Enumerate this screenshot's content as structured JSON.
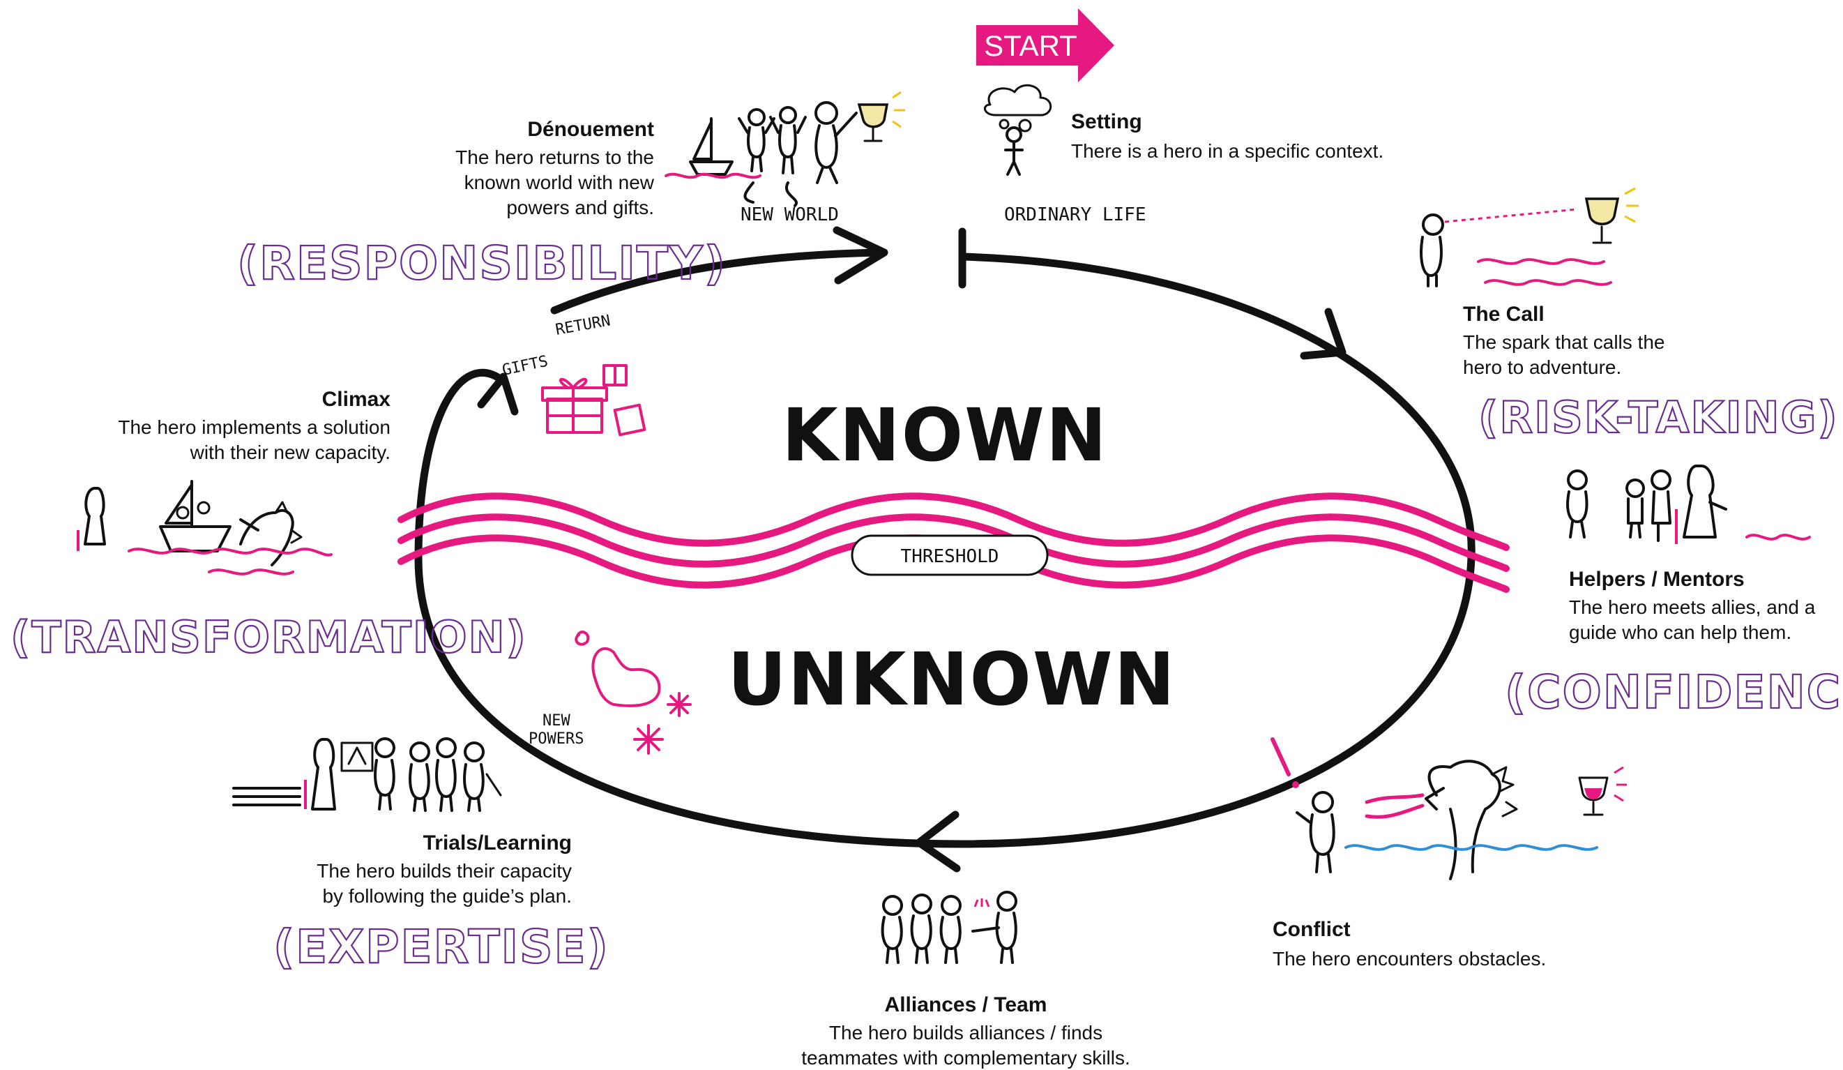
{
  "start_label": "START",
  "center": {
    "known": "KNOWN",
    "unknown": "UNKNOWN",
    "threshold": "THRESHOLD"
  },
  "markers": {
    "new_world": "NEW WORLD",
    "ordinary_life": "ORDINARY LIFE",
    "return": "RETURN",
    "gifts": "GIFTS",
    "new_powers_line1": "NEW",
    "new_powers_line2": "POWERS"
  },
  "steps": {
    "setting": {
      "title": "Setting",
      "lines": [
        "There is a hero in a specific context."
      ]
    },
    "call": {
      "title": "The Call",
      "lines": [
        "The spark that calls the",
        "hero to adventure."
      ],
      "quality": "(RISK-TAKING)"
    },
    "helpers": {
      "title": "Helpers / Mentors",
      "lines": [
        "The hero meets allies, and a",
        "guide who can help them."
      ],
      "quality": "(CONFIDENCE)"
    },
    "conflict": {
      "title": "Conflict",
      "lines": [
        "The hero encounters obstacles."
      ]
    },
    "alliances": {
      "title": "Alliances / Team",
      "lines": [
        "The hero builds alliances / finds",
        "teammates with complementary skills."
      ]
    },
    "trials": {
      "title": "Trials/Learning",
      "lines": [
        "The hero builds their capacity",
        "by following the guide’s plan."
      ],
      "quality": "(EXPERTISE)"
    },
    "climax": {
      "title": "Climax",
      "lines": [
        "The hero implements a solution",
        "with their new capacity."
      ],
      "quality": "(TRANSFORMATION)"
    },
    "denouement": {
      "title": "Dénouement",
      "lines": [
        "The hero returns to the",
        "known world with new",
        "powers and gifts."
      ],
      "quality": "(RESPONSIBILITY)"
    }
  },
  "colors": {
    "ink": "#111111",
    "accent_pink": "#e5197f",
    "quality_purple": "#6a2c91",
    "water_blue": "#2e8fd6",
    "trophy_gold": "#f3e7a6"
  },
  "icons": [
    "start-arrow-icon",
    "cloud-icon",
    "trophy-icon",
    "gift-box-icon",
    "flexed-arm-icon",
    "sparkle-icon",
    "sailboat-icon",
    "dragon-icon",
    "stick-figure-icon",
    "waves-icon"
  ]
}
